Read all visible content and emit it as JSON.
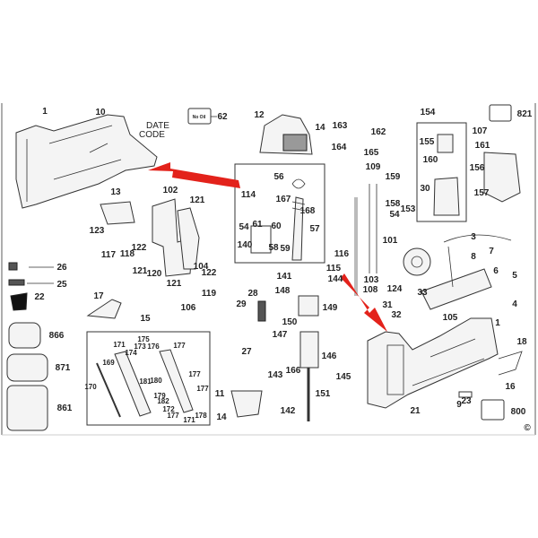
{
  "title": "Exploded parts diagram",
  "date_code": [
    "DATE",
    "CODE"
  ],
  "no_oil_label": "No Oil",
  "copyright": "©",
  "arrow_color": "#e3221b",
  "part_numbers": [
    "1",
    "10",
    "62",
    "12",
    "114",
    "13",
    "102",
    "121",
    "123",
    "117",
    "118",
    "122",
    "121",
    "120",
    "104",
    "122",
    "121",
    "119",
    "106",
    "26",
    "25",
    "22",
    "17",
    "15",
    "14",
    "163",
    "162",
    "164",
    "165",
    "154",
    "821",
    "107",
    "155",
    "160",
    "161",
    "156",
    "157",
    "56",
    "167",
    "168",
    "57",
    "54",
    "61",
    "60",
    "140",
    "58",
    "59",
    "109",
    "159",
    "158",
    "153",
    "54",
    "30",
    "116",
    "115",
    "103",
    "108",
    "101",
    "124",
    "33",
    "3",
    "8",
    "7",
    "6",
    "5",
    "4",
    "141",
    "144",
    "148",
    "28",
    "29",
    "149",
    "31",
    "32",
    "105",
    "1",
    "150",
    "147",
    "27",
    "146",
    "166",
    "143",
    "145",
    "151",
    "142",
    "18",
    "16",
    "23",
    "21",
    "9",
    "800",
    "866",
    "871",
    "861",
    "175",
    "176",
    "177",
    "171",
    "173",
    "174",
    "169",
    "170",
    "181",
    "180",
    "177",
    "177",
    "179",
    "182",
    "172",
    "177",
    "178",
    "171",
    "11",
    "14"
  ]
}
